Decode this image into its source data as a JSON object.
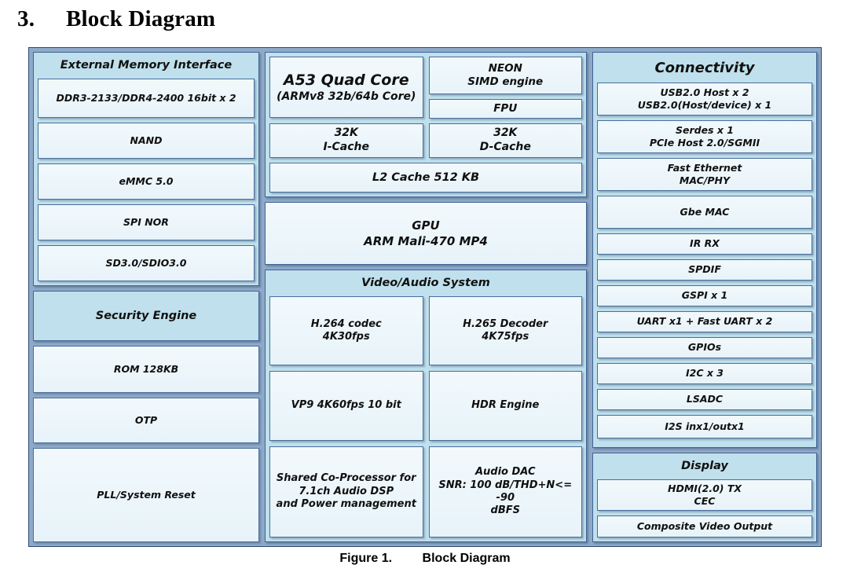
{
  "heading": {
    "number": "3.",
    "title": "Block Diagram"
  },
  "caption": {
    "figure": "Figure 1.",
    "title": "Block Diagram"
  },
  "colors": {
    "frame": "#8fa9c8",
    "panel_fill": "#bfe0ec",
    "box_fill": "#eef7fb",
    "border": "#3f6494",
    "text": "#101010"
  },
  "left_column": {
    "memory_panel": {
      "title": "External Memory Interface",
      "items": [
        "DDR3-2133/DDR4-2400 16bit x 2",
        "NAND",
        "eMMC 5.0",
        "SPI NOR",
        "SD3.0/SDIO3.0"
      ]
    },
    "security": {
      "label": "Security Engine"
    },
    "misc_items": [
      "ROM 128KB",
      "OTP",
      "PLL/System Reset"
    ]
  },
  "middle_column": {
    "cpu_panel": {
      "core": {
        "name": "A53 Quad Core",
        "detail": "(ARMv8 32b/64b Core)"
      },
      "neon": {
        "line1": "NEON",
        "line2": "SIMD engine"
      },
      "fpu": "FPU",
      "icache": {
        "line1": "32K",
        "line2": "I-Cache"
      },
      "dcache": {
        "line1": "32K",
        "line2": "D-Cache"
      },
      "l2cache": "L2 Cache 512 KB"
    },
    "gpu": {
      "line1": "GPU",
      "line2": "ARM Mali-470 MP4"
    },
    "video_audio_panel": {
      "title": "Video/Audio System",
      "left_items": [
        {
          "line1": "H.264 codec",
          "line2": "4K30fps"
        },
        {
          "line1": "VP9 4K60fps 10 bit",
          "line2": ""
        },
        {
          "line1": "Shared Co-Processor for",
          "line2": "7.1ch Audio DSP",
          "line3": "and Power management"
        }
      ],
      "right_items": [
        {
          "line1": "H.265 Decoder",
          "line2": "4K75fps"
        },
        {
          "line1": "HDR Engine",
          "line2": ""
        },
        {
          "line1": "Audio DAC",
          "line2": "SNR: 100 dB/THD+N<=  -90",
          "line3": "dBFS"
        }
      ]
    }
  },
  "right_column": {
    "connectivity_panel": {
      "title": "Connectivity",
      "items": [
        {
          "line1": "USB2.0 Host x 2",
          "line2": "USB2.0(Host/device) x 1",
          "lines": 2
        },
        {
          "line1": "Serdes x 1",
          "line2": "PCIe Host 2.0/SGMII",
          "lines": 2
        },
        {
          "line1": "Fast Ethernet",
          "line2": "MAC/PHY",
          "lines": 2
        },
        {
          "line1": "Gbe MAC",
          "line2": "",
          "lines": 1
        },
        {
          "line1": "IR RX",
          "line2": "",
          "lines": 1
        },
        {
          "line1": "SPDIF",
          "line2": "",
          "lines": 1
        },
        {
          "line1": "GSPI x 1",
          "line2": "",
          "lines": 1
        },
        {
          "line1": "UART x1 + Fast UART x 2",
          "line2": "",
          "lines": 1
        },
        {
          "line1": "GPIOs",
          "line2": "",
          "lines": 1
        },
        {
          "line1": "I2C x 3",
          "line2": "",
          "lines": 1
        },
        {
          "line1": "LSADC",
          "line2": "",
          "lines": 1
        },
        {
          "line1": "I2S inx1/outx1",
          "line2": "",
          "lines": 1
        }
      ]
    },
    "display_panel": {
      "title": "Display",
      "items": [
        {
          "line1": "HDMI(2.0) TX",
          "line2": "CEC",
          "lines": 2
        },
        {
          "line1": "Composite Video Output",
          "line2": "",
          "lines": 1
        }
      ]
    }
  }
}
